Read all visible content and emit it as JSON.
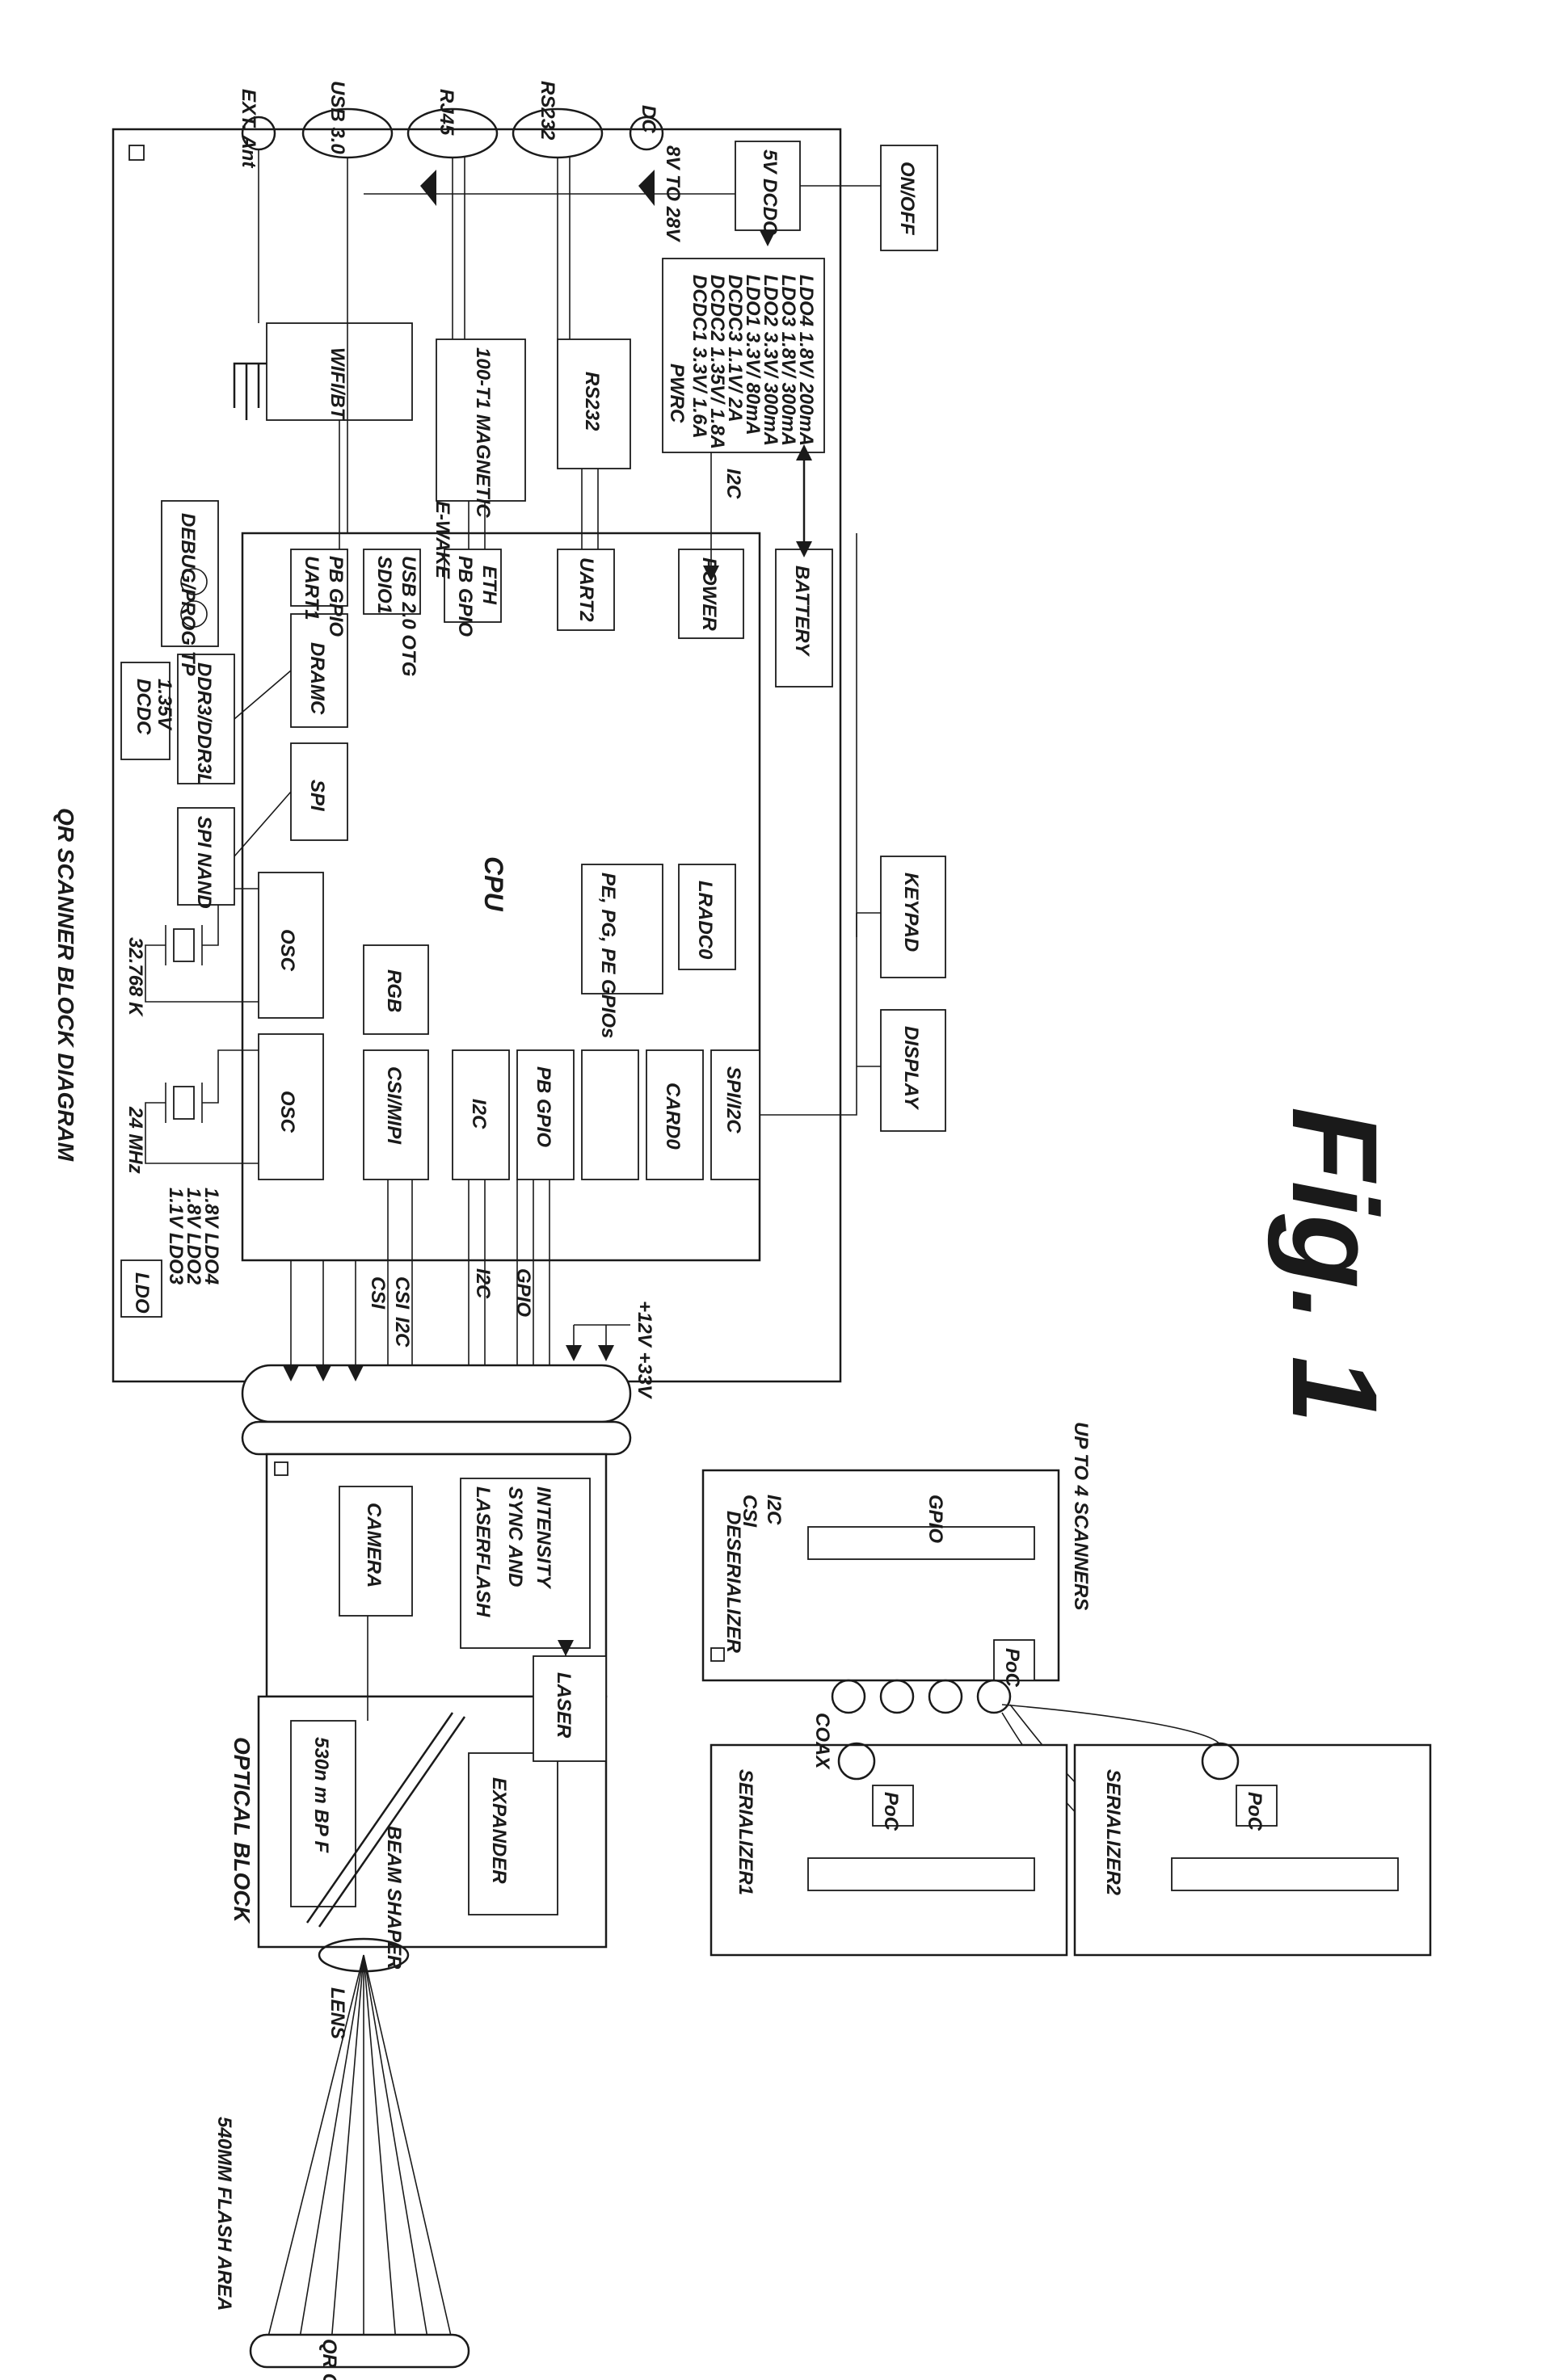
{
  "title": "QR SCANNER BLOCK DIAGRAM",
  "figure_label": "Fig. 1",
  "optical": {
    "flash_area": "540MM FLASH AREA",
    "qr_code": "QR CODE",
    "lens": "LENS",
    "optical_block": "OPTICAL BLOCK",
    "filter": "530n m BP F",
    "beam_shaper": "BEAM SHAPER",
    "expander": "EXPANDER",
    "laser": "LASER",
    "camera": "CAMERA",
    "laserflash": "LASERFLASH",
    "sync": "SYNC AND",
    "intensity": "INTENSITY"
  },
  "main_board": {
    "cpu": "CPU",
    "osc": "OSC",
    "osc2": "OSC",
    "freq1": "24 MHz",
    "freq2": "32.768 K",
    "spi_nand": "SPI NAND",
    "spi": "SPI",
    "ddr": "DDR3/DDR3L",
    "dramc": "DRAMC",
    "dcdc": "DCDC",
    "dcdc_v": "1.35V",
    "debug": "DEBUG/PROG TP",
    "uart1": "UART1",
    "pb_gpio": "PB GPIO",
    "sdio": "SDIO1",
    "usb_otg": "USB 2.0 OTG",
    "pb_gpio2": "PB GPIO",
    "eth": "ETH",
    "uart2": "UART2",
    "power": "POWER",
    "battery": "BATTERY",
    "csi_mipi": "CSI/MIPI",
    "rgb": "RGB",
    "i2c": "I2C",
    "pb_gpio3": "PB GPIO",
    "gpios": "PE, PG, PE GPIOs",
    "lradc": "LRADC0",
    "cardo": "CARD0",
    "spi_i2c": "SPI/I2C",
    "display": "DISPLAY",
    "keypad": "KEYPAD",
    "wifi": "WIFI/BT",
    "magnetic": "100-T1 MAGNETIC",
    "rs232_box": "RS232",
    "pwrc": "PWRC",
    "pwrc_lines": [
      "DCDC1 3.3V/ 1.6A",
      "DCDC2 1.35V/ 1.8A",
      "DCDC3 1.1V/ 2A",
      "LDO1 3.3V/ 80mA",
      "LDO2 3.3V/ 300mA",
      "LDO3 1.8V/ 300mA",
      "LDO4 1.8V/ 200mA"
    ],
    "ldo": "LDO",
    "ldo_lines": [
      "1.1V LDO3",
      "1.8V LDO2",
      "1.8V LDO4"
    ],
    "csi_label1": "CSI",
    "csi_label2": "CSI",
    "i2c_label": "I2C",
    "i2c_label2": "I2C",
    "gpio_label": "GPIO",
    "supply": "+12V +33V",
    "i2c_power": "I2C",
    "ewake": "E-WAKE",
    "ext_ant": "EXT. Ant",
    "usb3": "USB 3.0",
    "rj45": "RJ45",
    "rs232_conn": "RS232",
    "dc": "DC",
    "dc_range": "8V TO 28V",
    "dcdc_5v": "5V DCDC",
    "onoff": "ON/OFF"
  },
  "serdes": {
    "deserializer": "DESERIALIZER",
    "serializer1": "SERIALIZER1",
    "serializer2": "SERIALIZER2",
    "coax": "COAX",
    "up_to": "UP TO 4 SCANNERS",
    "poc": "PoC",
    "csi": "CSI",
    "i2c": "I2C",
    "gpio": "GPIO"
  }
}
